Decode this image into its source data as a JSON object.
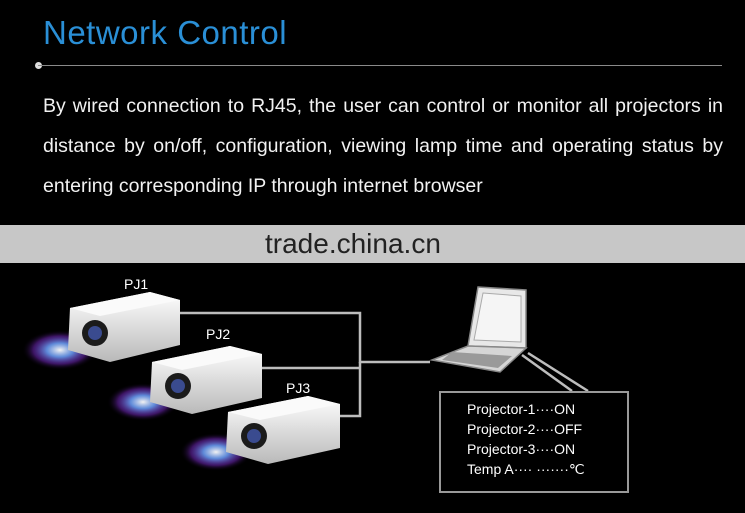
{
  "header": {
    "title": "Network Control"
  },
  "description": {
    "text": "By wired connection to RJ45, the user can control or monitor all projectors in distance by on/off, configuration, viewing lamp time and operating status by entering corresponding IP through internet browser"
  },
  "watermark": {
    "text": "trade.china.cn"
  },
  "diagram": {
    "projectors": [
      {
        "label": "PJ1"
      },
      {
        "label": "PJ2"
      },
      {
        "label": "PJ3"
      }
    ],
    "status_lines": [
      "Projector-1····ON",
      "Projector-2····OFF",
      "Projector-3····ON",
      "Temp A····  ·······℃"
    ],
    "colors": {
      "title": "#2a8fd6",
      "line": "#bdbdbd",
      "lens_glow": "#3b6cff"
    }
  }
}
